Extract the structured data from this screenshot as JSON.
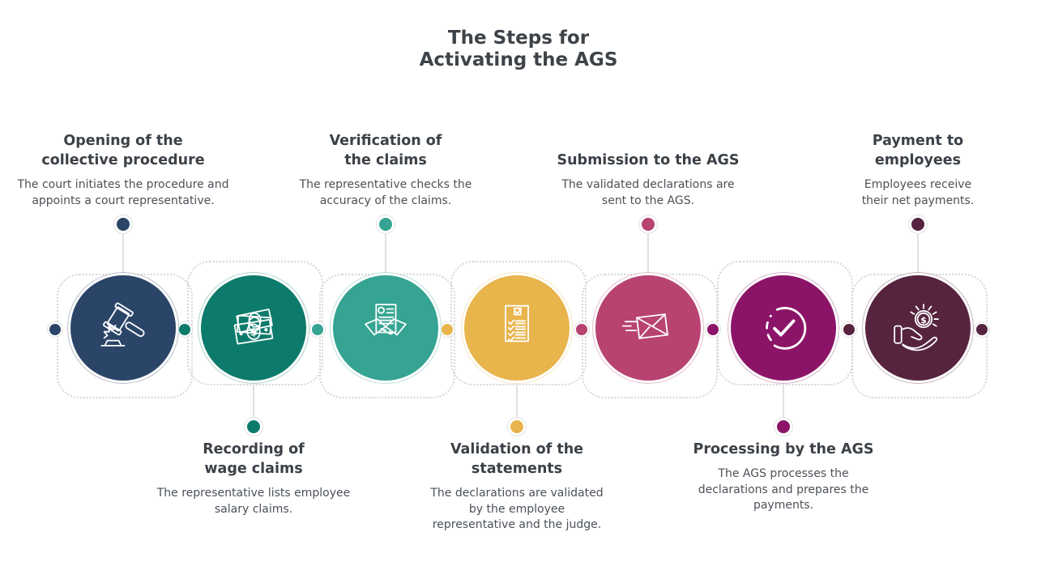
{
  "title": "The Steps for\nActivating the AGS",
  "colors": {
    "background": "#ffffff",
    "title_text": "#3d4348",
    "heading_text": "#3b4147",
    "body_text": "#4b5158",
    "connector": "#e1e1e1",
    "dotted_frame": "#d6d6d6"
  },
  "steps": [
    {
      "id": 1,
      "position": "above",
      "title": "Opening of the\ncollective procedure",
      "description": "The court initiates the procedure and appoints a court representative.",
      "color": "#2b4568",
      "icon": "gavel-icon"
    },
    {
      "id": 2,
      "position": "below",
      "title": "Recording of\nwage claims",
      "description": "The representative lists employee salary claims.",
      "color": "#0d7b6b",
      "icon": "money-bills-icon"
    },
    {
      "id": 3,
      "position": "above",
      "title": "Verification of\nthe claims",
      "description": "The representative checks the accuracy of the claims.",
      "color": "#35a492",
      "icon": "handshake-icon"
    },
    {
      "id": 4,
      "position": "below",
      "title": "Validation of the\nstatements",
      "description": "The declarations are validated by the employee representative and the judge.",
      "color": "#e8b44c",
      "icon": "checklist-icon"
    },
    {
      "id": 5,
      "position": "above",
      "title": "Submission to the AGS",
      "description": "The validated declarations are sent to the AGS.",
      "color": "#b84370",
      "icon": "envelope-icon"
    },
    {
      "id": 6,
      "position": "below",
      "title": "Processing by the AGS",
      "description": "The AGS processes the declarations and prepares the payments.",
      "color": "#8c1468",
      "icon": "check-circle-icon"
    },
    {
      "id": 7,
      "position": "above",
      "title": "Payment to\nemployees",
      "description": "Employees receive their net payments.",
      "color": "#572440",
      "icon": "hand-coin-icon"
    }
  ]
}
